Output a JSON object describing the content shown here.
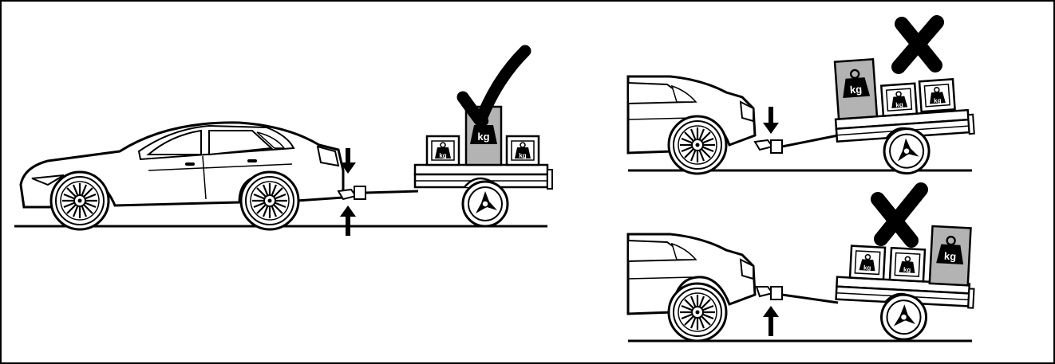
{
  "figure": {
    "colors": {
      "ink": "#000000",
      "paper": "#ffffff",
      "heavy_box": "#b3b3b3",
      "border": "#000000"
    },
    "weight_label": "kg",
    "panels": [
      {
        "id": "correct",
        "verdict_icon": "check-mark-icon",
        "heavy_position": "center-over-axle",
        "tongue_arrows": [
          "down",
          "up"
        ]
      },
      {
        "id": "too-much-front",
        "verdict_icon": "cross-mark-icon",
        "heavy_position": "front",
        "tongue_arrows": [
          "down"
        ]
      },
      {
        "id": "too-much-rear",
        "verdict_icon": "cross-mark-icon",
        "heavy_position": "rear",
        "tongue_arrows": [
          "up"
        ]
      }
    ]
  }
}
